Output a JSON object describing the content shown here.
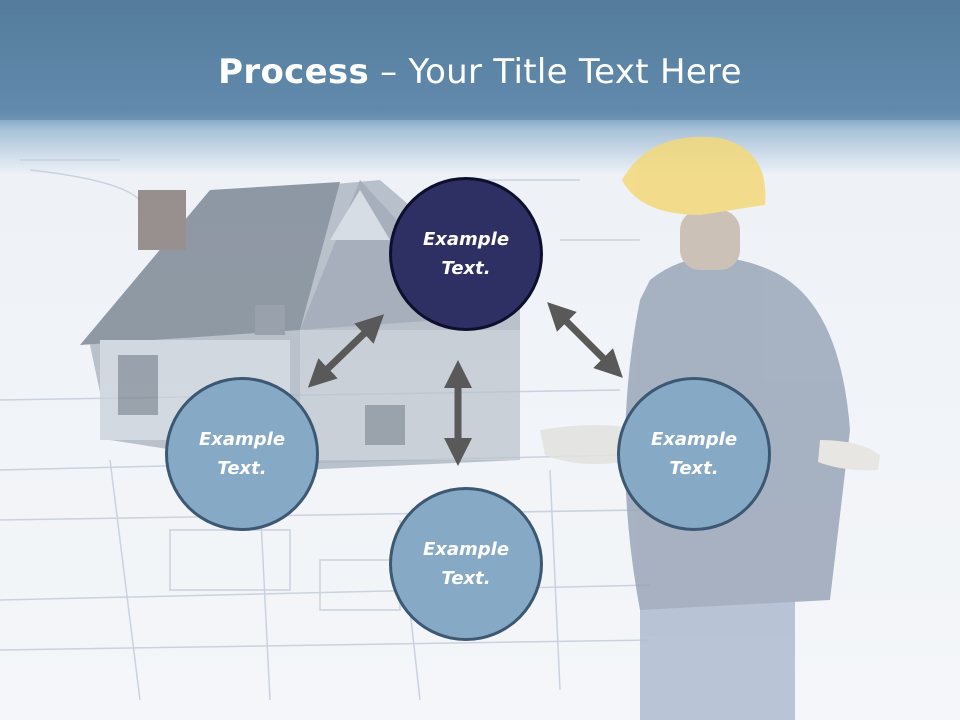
{
  "title": {
    "bold": "Process",
    "rest": " – Your Title Text Here"
  },
  "circles": [
    {
      "label": "Example Text."
    },
    {
      "label": "Example Text."
    },
    {
      "label": "Example Text."
    },
    {
      "label": "Example Text."
    }
  ],
  "colors": {
    "header": "#5e86a8",
    "dark_circle": "#2e2f63",
    "light_circle": "#86a9c6",
    "arrow": "#595959"
  }
}
